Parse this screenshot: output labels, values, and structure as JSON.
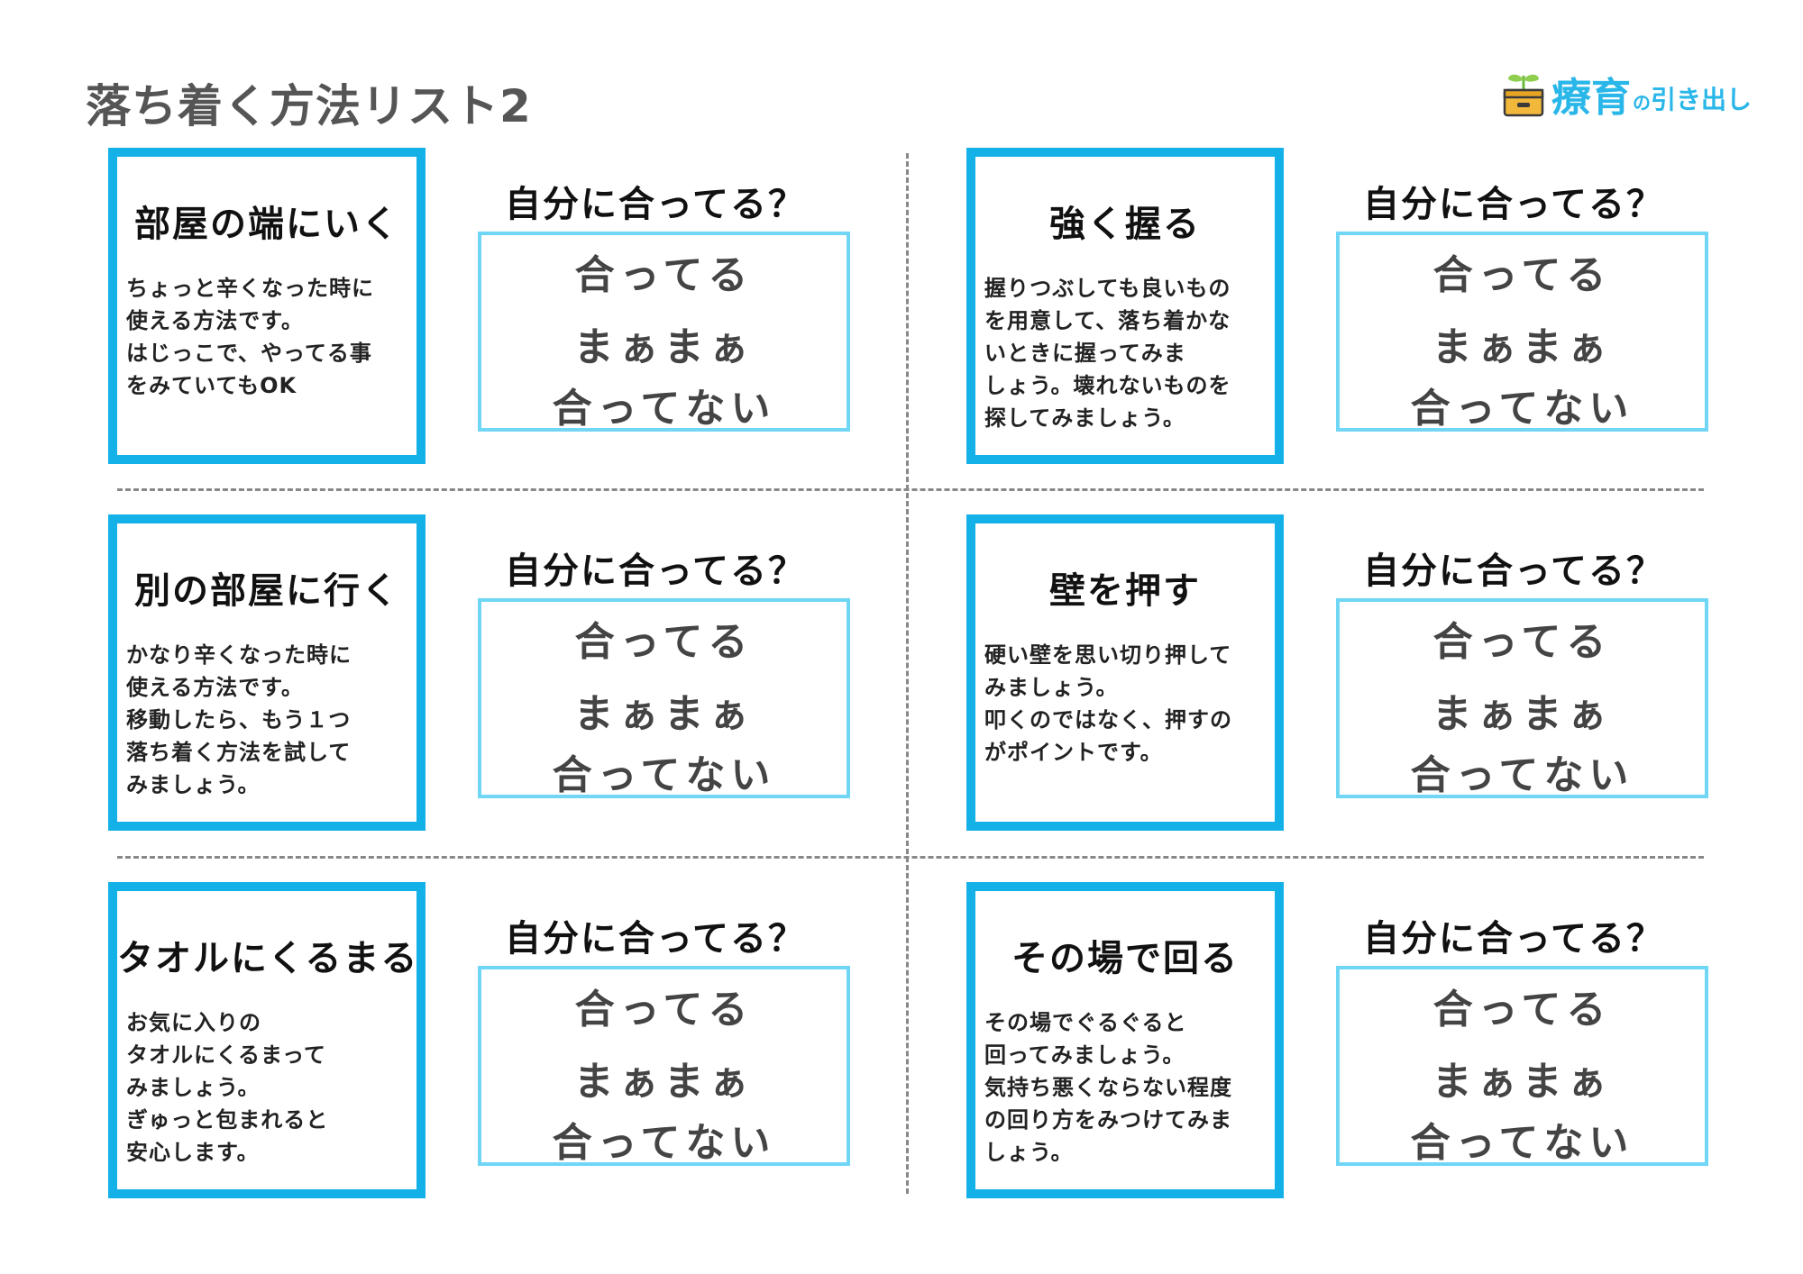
{
  "page": {
    "title": "落ち着く方法リスト2"
  },
  "logo": {
    "main": "療育",
    "small": "の",
    "rest": "引き出し"
  },
  "question": "自分に合ってる？",
  "answers": [
    "合ってる",
    "まぁまぁ",
    "合ってない"
  ],
  "methods": [
    {
      "title": "部屋の端にいく",
      "description": [
        "ちょっと辛くなった時に",
        "使える方法です。",
        "はじっこで、やってる事",
        "をみていてもOK"
      ]
    },
    {
      "title": "強く握る",
      "description": [
        "握りつぶしても良いもの",
        "を用意して、落ち着かな",
        "いときに握ってみま",
        "しょう。壊れないものを",
        "探してみましょう。"
      ]
    },
    {
      "title": "別の部屋に行く",
      "description": [
        "かなり辛くなった時に",
        "使える方法です。",
        "移動したら、もう１つ",
        "落ち着く方法を試して",
        "みましょう。"
      ]
    },
    {
      "title": "壁を押す",
      "description": [
        "硬い壁を思い切り押して",
        "みましょう。",
        "叩くのではなく、押すの",
        "がポイントです。"
      ]
    },
    {
      "title": "タオルにくるまる",
      "description": [
        "お気に入りの",
        "タオルにくるまって",
        "みましょう。",
        "ぎゅっと包まれると",
        "安心します。"
      ]
    },
    {
      "title": "その場で回る",
      "description": [
        "その場でぐるぐると",
        "回ってみましょう。",
        "気持ち悪くならない程度",
        "の回り方をみつけてみま",
        "しょう。"
      ]
    }
  ],
  "colors": {
    "card_border": "#14b1e8",
    "answer_border": "#6fd6f5",
    "title_gray": "#555555",
    "answer_text": "#444444",
    "logo": "#29b6e8"
  }
}
